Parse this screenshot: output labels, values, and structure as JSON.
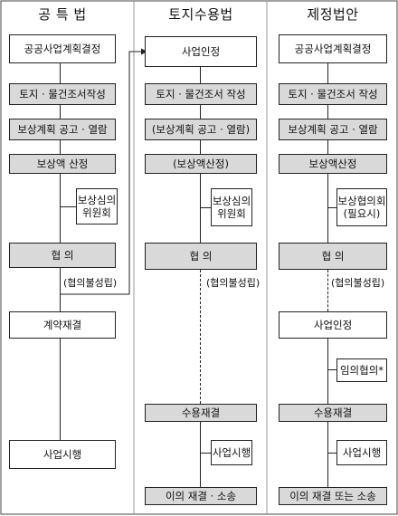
{
  "columns": [
    {
      "id": "col1",
      "header": "공 특 법",
      "steps": [
        "공공사업계획결정",
        "토지 · 물건조서작성",
        "보상계획 공고 · 열람",
        "보상액 산정",
        "보상심의\n위원회",
        "협 의",
        "(협의불성립)",
        "계약재결",
        "사업시행"
      ]
    },
    {
      "id": "col2",
      "header": "토지수용법",
      "steps": [
        "사업인정",
        "토지 · 물건조서 작성",
        "(보상계획 공고 · 열람)",
        "(보상액산정)",
        "보상심의\n위원회",
        "협 의",
        "(협의불성립)",
        "수용재결",
        "사업시행",
        "이의 재결 · 소송"
      ]
    },
    {
      "id": "col3",
      "header": "제정법안",
      "steps": [
        "공공사업계획결정",
        "토지 · 물건조서 작성",
        "보상계획 공고 · 열람",
        "보상액산정",
        "보상협의회\n(필요시)",
        "협 의",
        "(협의불성립)",
        "사업인정",
        "임의협의*",
        "수용재결",
        "사업시행",
        "이의 재결 또는 소송"
      ]
    }
  ]
}
